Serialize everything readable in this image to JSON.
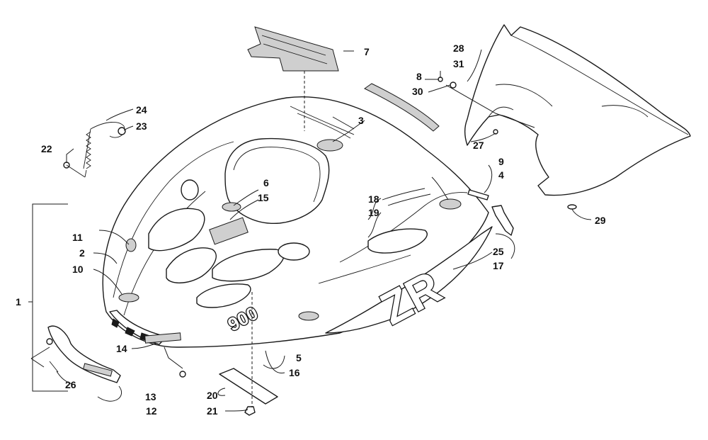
{
  "diagram": {
    "decals": {
      "model_text": "ZR",
      "number_text": "900"
    },
    "callouts": [
      {
        "id": "c1",
        "label": "1"
      },
      {
        "id": "c2",
        "label": "2"
      },
      {
        "id": "c3",
        "label": "3"
      },
      {
        "id": "c4",
        "label": "4"
      },
      {
        "id": "c5",
        "label": "5"
      },
      {
        "id": "c6",
        "label": "6"
      },
      {
        "id": "c7",
        "label": "7"
      },
      {
        "id": "c8",
        "label": "8"
      },
      {
        "id": "c9",
        "label": "9"
      },
      {
        "id": "c10",
        "label": "10"
      },
      {
        "id": "c11",
        "label": "11"
      },
      {
        "id": "c12",
        "label": "12"
      },
      {
        "id": "c13",
        "label": "13"
      },
      {
        "id": "c14",
        "label": "14"
      },
      {
        "id": "c15",
        "label": "15"
      },
      {
        "id": "c16",
        "label": "16"
      },
      {
        "id": "c17",
        "label": "17"
      },
      {
        "id": "c18",
        "label": "18"
      },
      {
        "id": "c19",
        "label": "19"
      },
      {
        "id": "c20",
        "label": "20"
      },
      {
        "id": "c21",
        "label": "21"
      },
      {
        "id": "c22",
        "label": "22"
      },
      {
        "id": "c23",
        "label": "23"
      },
      {
        "id": "c24",
        "label": "24"
      },
      {
        "id": "c25",
        "label": "25"
      },
      {
        "id": "c26",
        "label": "26"
      },
      {
        "id": "c27",
        "label": "27"
      },
      {
        "id": "c28",
        "label": "28"
      },
      {
        "id": "c29",
        "label": "29"
      },
      {
        "id": "c30",
        "label": "30"
      },
      {
        "id": "c31",
        "label": "31"
      }
    ]
  }
}
